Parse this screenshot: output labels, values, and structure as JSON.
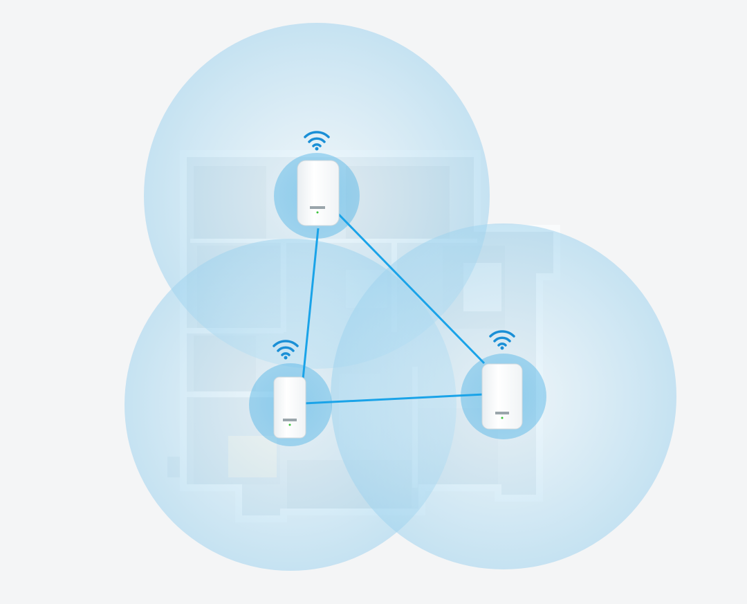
{
  "colors": {
    "background": "#f4f5f6",
    "coverage": "#7cc4e8",
    "link": "#1aa3e8",
    "wifi_icon": "#1a8fd6",
    "floor": "#dfe6ea",
    "wall": "#f7f9fa",
    "router": "#ffffff"
  },
  "nodes": [
    {
      "name": "top-router",
      "icon": "wifi-icon"
    },
    {
      "name": "left-router",
      "icon": "wifi-icon"
    },
    {
      "name": "right-router",
      "icon": "wifi-icon"
    }
  ]
}
